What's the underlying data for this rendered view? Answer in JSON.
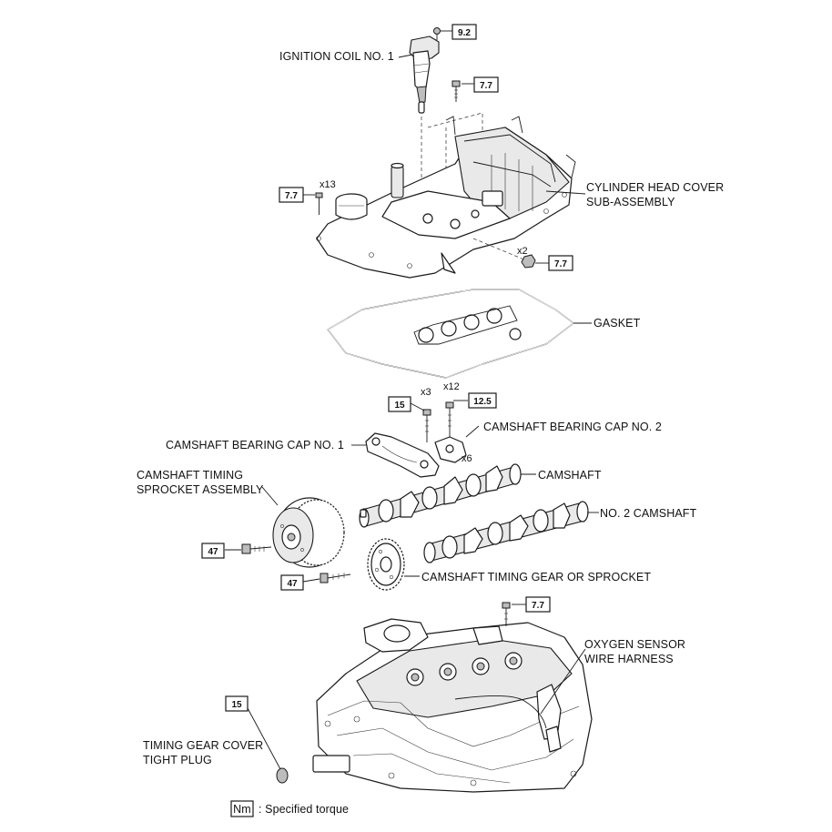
{
  "labels": {
    "ignition_coil": "IGNITION COIL NO. 1",
    "head_cover_line1": "CYLINDER HEAD COVER",
    "head_cover_line2": "SUB-ASSEMBLY",
    "gasket": "GASKET",
    "bearing_cap_1": "CAMSHAFT BEARING CAP NO. 1",
    "bearing_cap_2": "CAMSHAFT BEARING CAP NO. 2",
    "camshaft": "CAMSHAFT",
    "sprocket_line1": "CAMSHAFT TIMING",
    "sprocket_line2": "SPROCKET ASSEMBLY",
    "no2_camshaft": "NO. 2 CAMSHAFT",
    "timing_gear": "CAMSHAFT TIMING GEAR OR SPROCKET",
    "o2_line1": "OXYGEN SENSOR",
    "o2_line2": "WIRE HARNESS",
    "plug_line1": "TIMING GEAR COVER",
    "plug_line2": "TIGHT PLUG"
  },
  "torques": {
    "coil_bolt": "9.2",
    "cover_stud": "7.7",
    "cover_bolts": "7.7",
    "cover_nuts": "7.7",
    "cap1_bolts": "15",
    "cap2_bolts": "12.5",
    "sprocket_bolt": "47",
    "gear_bolt": "47",
    "harness_bolt": "7.7",
    "plug": "15"
  },
  "quantities": {
    "cover_bolts": "x13",
    "cover_nuts": "x2",
    "cap1_bolts": "x3",
    "cap2_bolts": "x12",
    "cap2_count": "x6"
  },
  "legend": {
    "symbol": "Nm",
    "text": ": Specified torque"
  }
}
